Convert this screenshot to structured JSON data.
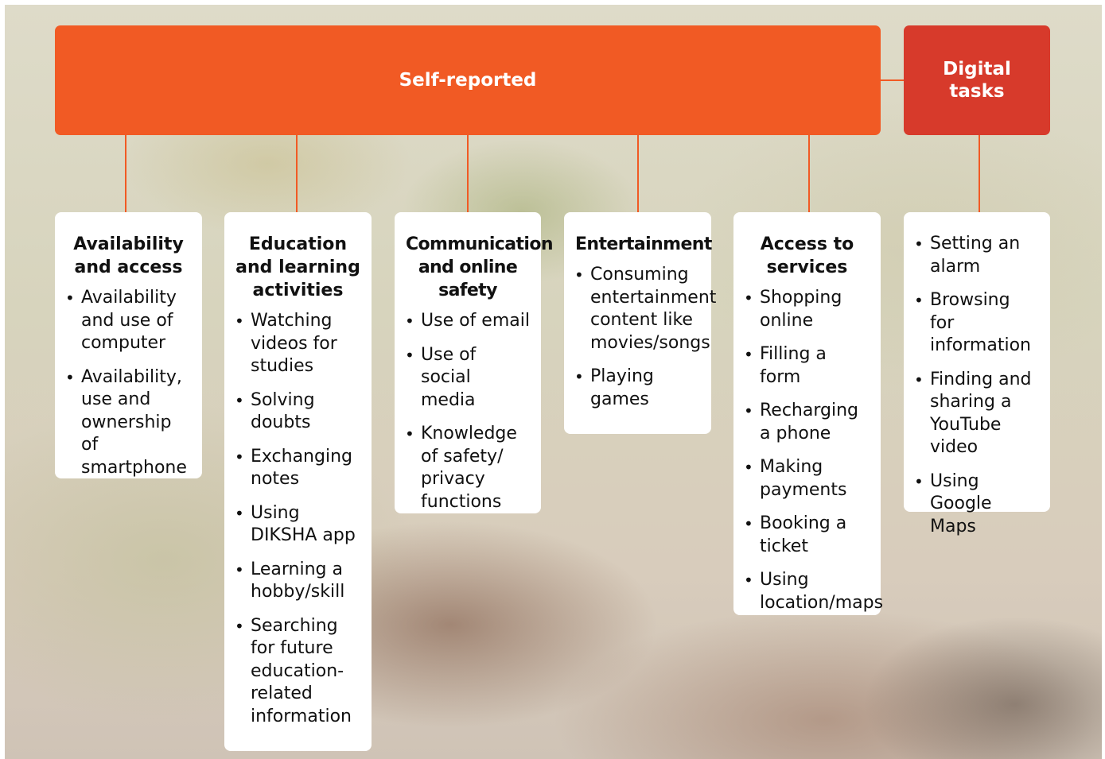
{
  "header": {
    "self_reported": "Self-reported",
    "digital_tasks": "Digital tasks"
  },
  "columns": [
    {
      "title": "Availability and access",
      "items": [
        "Availability and use of computer",
        "Availability, use and ownership of smartphone"
      ]
    },
    {
      "title": "Education and learning activities",
      "items": [
        "Watching videos for studies",
        "Solving doubts",
        "Exchanging notes",
        "Using DIKSHA app",
        "Learning a hobby/skill",
        "Searching for future education-related information"
      ]
    },
    {
      "title": "Communication and online safety",
      "items": [
        "Use of email",
        "Use of social media",
        "Knowledge of safety/ privacy functions"
      ]
    },
    {
      "title": "Entertainment",
      "items": [
        "Consuming entertainment content like movies/songs",
        "Playing games"
      ]
    },
    {
      "title": "Access to services",
      "items": [
        "Shopping online",
        "Filling a form",
        "Recharging a phone",
        "Making payments",
        "Booking a ticket",
        "Using location/maps"
      ]
    },
    {
      "title": "",
      "items": [
        "Setting an alarm",
        "Browsing for information",
        "Finding and sharing a YouTube video",
        "Using Google Maps"
      ]
    }
  ],
  "colors": {
    "self_reported_bar": "#f15a24",
    "digital_tasks_bar": "#d73a2b",
    "connector": "#f15a24"
  }
}
